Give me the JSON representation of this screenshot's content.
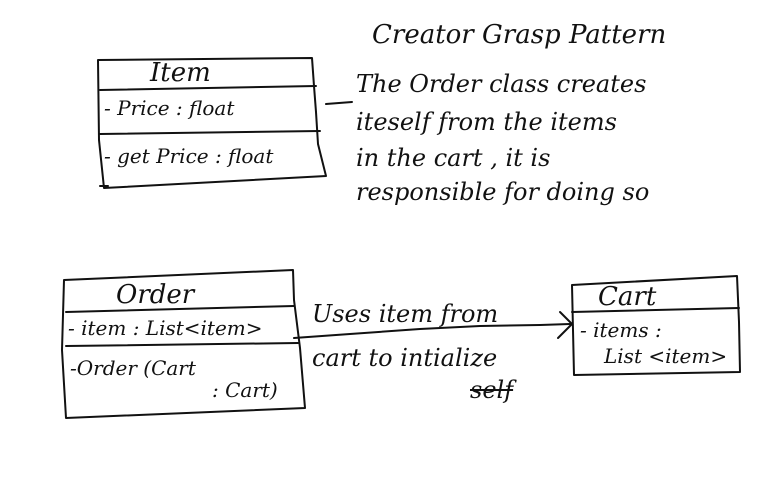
{
  "title": "Creator Grasp Pattern",
  "note": {
    "line1": "The Order class creates",
    "line2": "iteself from the items",
    "line3": "in the cart , it is",
    "line4": "responsible for doing so"
  },
  "item_class": {
    "name": "Item",
    "attribute": "- Price : float",
    "method": "- get Price : float"
  },
  "order_class": {
    "name": "Order",
    "attribute": "- item : List<item>",
    "method_line1": "-Order (Cart",
    "method_line2": ": Cart)"
  },
  "cart_class": {
    "name": "Cart",
    "attribute_line1": "- items :",
    "attribute_line2": "List <item>"
  },
  "association": {
    "line1": "Uses item from",
    "line2": "cart to intialize",
    "line3": "self"
  }
}
